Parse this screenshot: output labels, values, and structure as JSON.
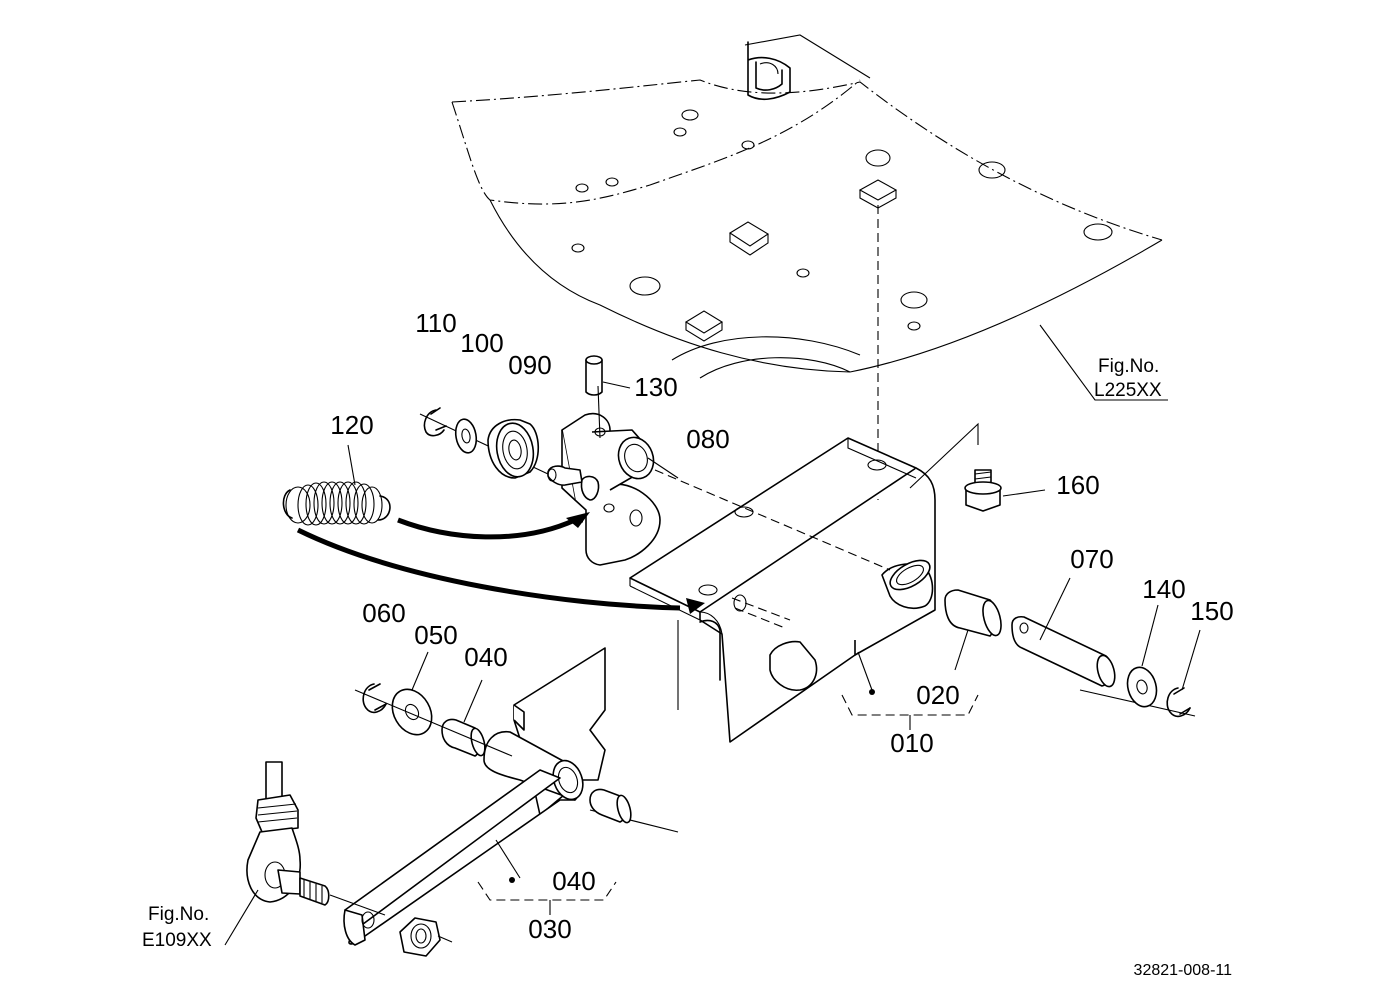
{
  "parts": {
    "p010": "010",
    "p020": "020",
    "p030": "030",
    "p040a": "040",
    "p040b": "040",
    "p050": "050",
    "p060": "060",
    "p070": "070",
    "p080": "080",
    "p090": "090",
    "p100": "100",
    "p110": "110",
    "p120": "120",
    "p130": "130",
    "p140": "140",
    "p150": "150",
    "p160": "160"
  },
  "references": {
    "top_fig_label": "Fig.No.",
    "top_fig_number": "L225XX",
    "bottom_fig_label": "Fig.No.",
    "bottom_fig_number": "E109XX"
  },
  "drawing_number": "32821-008-11",
  "colors": {
    "ink": "#000000",
    "paper": "#ffffff"
  }
}
